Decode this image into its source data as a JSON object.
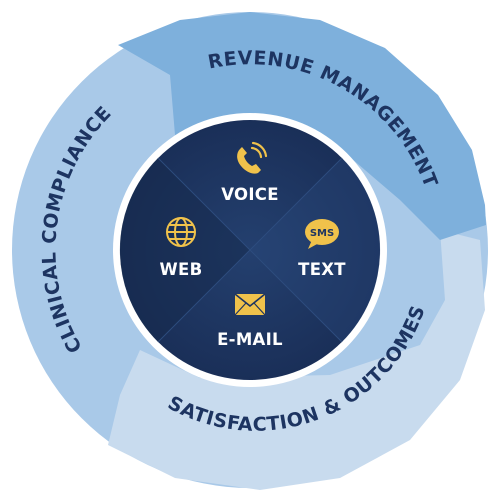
{
  "diagram": {
    "outer_ring": {
      "segments": [
        {
          "id": "revenue",
          "label": "REVENUE MANAGEMENT",
          "color": "#7fb0dc"
        },
        {
          "id": "satisfaction",
          "label": "SATISFACTION & OUTCOMES",
          "color": "#c9dcef"
        },
        {
          "id": "compliance",
          "label": "CLINICAL COMPLIANCE",
          "color": "#a7c8e8"
        }
      ]
    },
    "center": {
      "color": "#1d3461",
      "channels": [
        {
          "id": "voice",
          "label": "VOICE",
          "icon": "phone-icon"
        },
        {
          "id": "text",
          "label": "TEXT",
          "icon": "sms-bubble-icon",
          "icon_text": "SMS"
        },
        {
          "id": "email",
          "label": "E-MAIL",
          "icon": "envelope-icon"
        },
        {
          "id": "web",
          "label": "WEB",
          "icon": "globe-icon"
        }
      ]
    },
    "icon_color": "#f0c24b"
  }
}
